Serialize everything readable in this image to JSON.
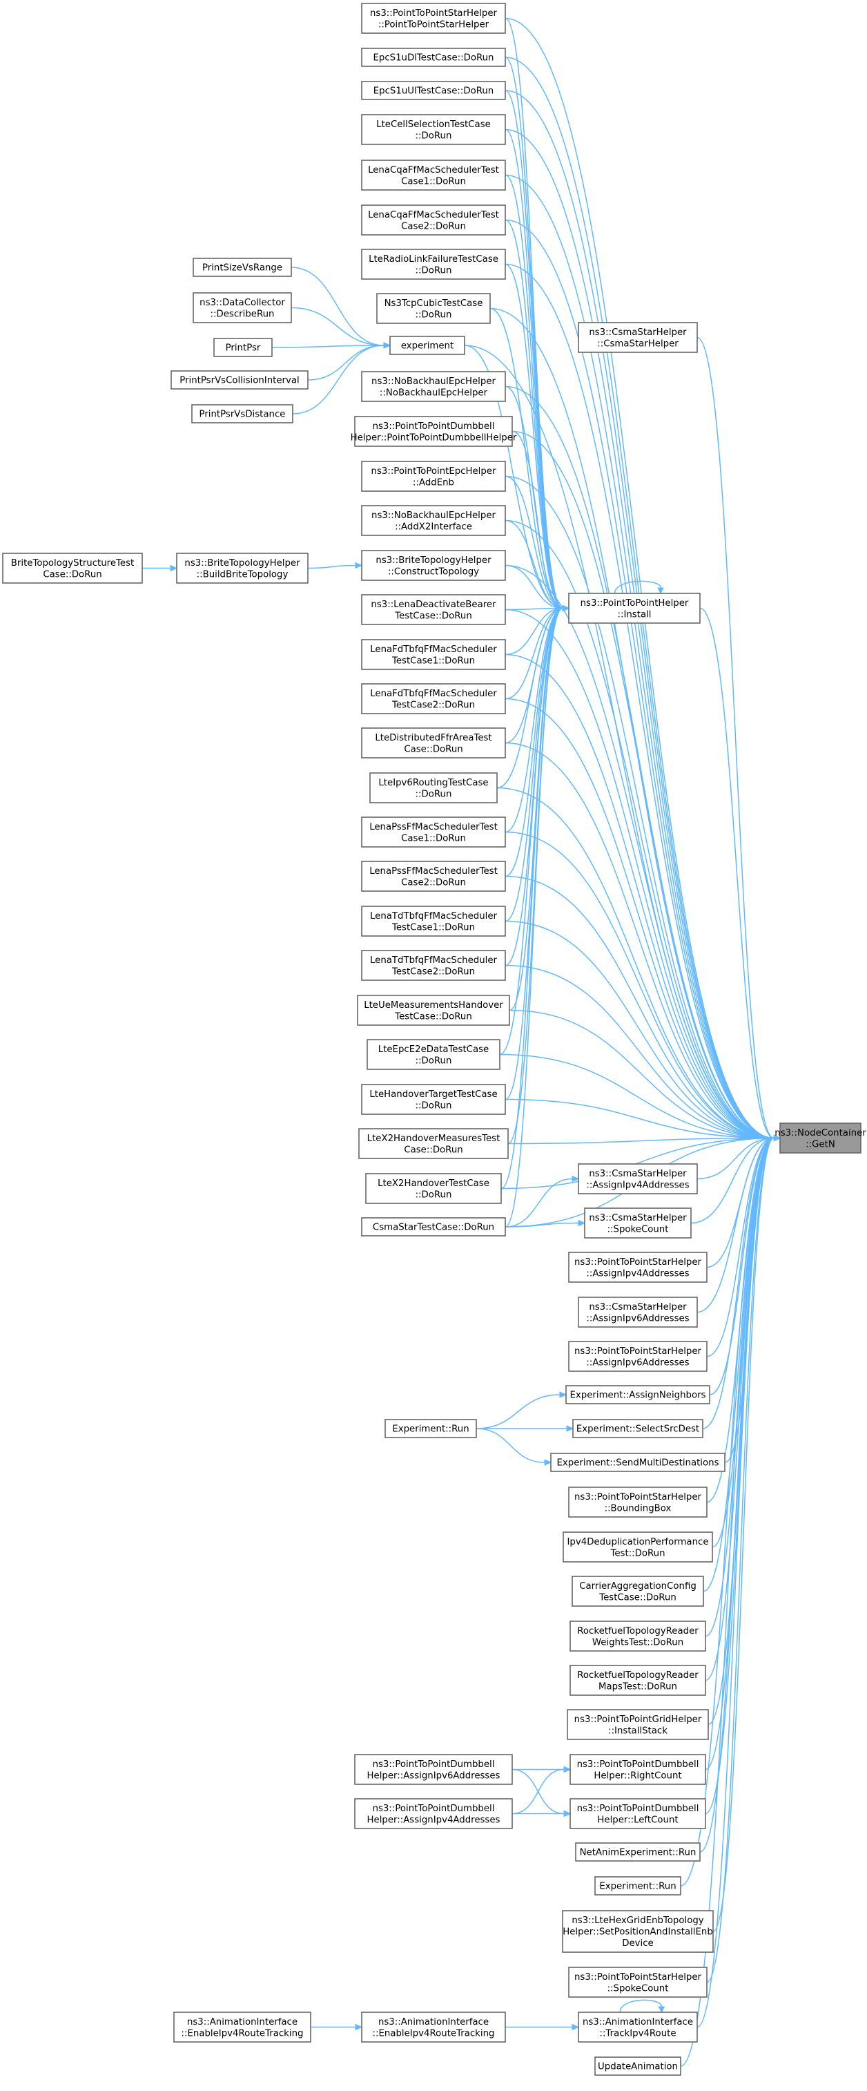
{
  "colors": {
    "edge": "#63b8ff",
    "node_border": "#666666",
    "focus_fill": "#999999"
  },
  "focus": "ns3::NodeContainer::GetN",
  "nodes": {
    "focus": [
      "ns3::NodeContainer",
      "::GetN"
    ],
    "install": [
      "ns3::PointToPointHelper",
      "::Install"
    ],
    "experiment": [
      "experiment"
    ],
    "buildBrite": [
      "ns3::BriteTopologyHelper",
      "::BuildBriteTopology"
    ],
    "briteStruct": [
      "BriteTopologyStructureTest",
      "Case::DoRun"
    ],
    "psvr": [
      "PrintSizeVsRange"
    ],
    "dcDescribe": [
      "ns3::DataCollector",
      "::DescribeRun"
    ],
    "psr": [
      "PrintPsr"
    ],
    "psrColl": [
      "PrintPsrVsCollisionInterval"
    ],
    "psrDist": [
      "PrintPsrVsDistance"
    ],
    "p2pStarCtor": [
      "ns3::PointToPointStarHelper",
      "::PointToPointStarHelper"
    ],
    "epcDl": [
      "EpcS1uDlTestCase::DoRun"
    ],
    "epcUl": [
      "EpcS1uUlTestCase::DoRun"
    ],
    "cellSel": [
      "LteCellSelectionTestCase",
      "::DoRun"
    ],
    "cqa1": [
      "LenaCqaFfMacSchedulerTest",
      "Case1::DoRun"
    ],
    "cqa2": [
      "LenaCqaFfMacSchedulerTest",
      "Case2::DoRun"
    ],
    "rlf": [
      "LteRadioLinkFailureTestCase",
      "::DoRun"
    ],
    "tcpCubic": [
      "Ns3TcpCubicTestCase",
      "::DoRun"
    ],
    "noBhCtor": [
      "ns3::NoBackhaulEpcHelper",
      "::NoBackhaulEpcHelper"
    ],
    "dumbbellCtor": [
      "ns3::PointToPointDumbbell",
      "Helper::PointToPointDumbbellHelper"
    ],
    "addEnb": [
      "ns3::PointToPointEpcHelper",
      "::AddEnb"
    ],
    "addX2": [
      "ns3::NoBackhaulEpcHelper",
      "::AddX2Interface"
    ],
    "constructTopo": [
      "ns3::BriteTopologyHelper",
      "::ConstructTopology"
    ],
    "deactBearer": [
      "ns3::LenaDeactivateBearer",
      "TestCase::DoRun"
    ],
    "fdtbfq1": [
      "LenaFdTbfqFfMacScheduler",
      "TestCase1::DoRun"
    ],
    "fdtbfq2": [
      "LenaFdTbfqFfMacScheduler",
      "TestCase2::DoRun"
    ],
    "distFfr": [
      "LteDistributedFfrAreaTest",
      "Case::DoRun"
    ],
    "ipv6Routing": [
      "LteIpv6RoutingTestCase",
      "::DoRun"
    ],
    "pss1": [
      "LenaPssFfMacSchedulerTest",
      "Case1::DoRun"
    ],
    "pss2": [
      "LenaPssFfMacSchedulerTest",
      "Case2::DoRun"
    ],
    "tdtbfq1": [
      "LenaTdTbfqFfMacScheduler",
      "TestCase1::DoRun"
    ],
    "tdtbfq2": [
      "LenaTdTbfqFfMacScheduler",
      "TestCase2::DoRun"
    ],
    "ueMeas": [
      "LteUeMeasurementsHandover",
      "TestCase::DoRun"
    ],
    "epcE2e": [
      "LteEpcE2eDataTestCase",
      "::DoRun"
    ],
    "hoTarget": [
      "LteHandoverTargetTestCase",
      "::DoRun"
    ],
    "x2Measures": [
      "LteX2HandoverMeasuresTest",
      "Case::DoRun"
    ],
    "x2Handover": [
      "LteX2HandoverTestCase",
      "::DoRun"
    ],
    "csmaStarTest": [
      "CsmaStarTestCase::DoRun"
    ],
    "csmaStarCtor": [
      "ns3::CsmaStarHelper",
      "::CsmaStarHelper"
    ],
    "csmaAssign4": [
      "ns3::CsmaStarHelper",
      "::AssignIpv4Addresses"
    ],
    "csmaSpoke": [
      "ns3::CsmaStarHelper",
      "::SpokeCount"
    ],
    "p2pStarAssign4": [
      "ns3::PointToPointStarHelper",
      "::AssignIpv4Addresses"
    ],
    "csmaAssign6": [
      "ns3::CsmaStarHelper",
      "::AssignIpv6Addresses"
    ],
    "p2pStarAssign6": [
      "ns3::PointToPointStarHelper",
      "::AssignIpv6Addresses"
    ],
    "expNeighbors": [
      "Experiment::AssignNeighbors"
    ],
    "expSrcDest": [
      "Experiment::SelectSrcDest"
    ],
    "expMulti": [
      "Experiment::SendMultiDestinations"
    ],
    "expRun": [
      "Experiment::Run"
    ],
    "p2pStarBBox": [
      "ns3::PointToPointStarHelper",
      "::BoundingBox"
    ],
    "ipv4Dedup": [
      "Ipv4DeduplicationPerformance",
      "Test::DoRun"
    ],
    "carrierAgg": [
      "CarrierAggregationConfig",
      "TestCase::DoRun"
    ],
    "rfWeights": [
      "RocketfuelTopologyReader",
      "WeightsTest::DoRun"
    ],
    "rfMaps": [
      "RocketfuelTopologyReader",
      "MapsTest::DoRun"
    ],
    "gridStack": [
      "ns3::PointToPointGridHelper",
      "::InstallStack"
    ],
    "dbRight": [
      "ns3::PointToPointDumbbell",
      "Helper::RightCount"
    ],
    "dbLeft": [
      "ns3::PointToPointDumbbell",
      "Helper::LeftCount"
    ],
    "dbAssign6": [
      "ns3::PointToPointDumbbell",
      "Helper::AssignIpv6Addresses"
    ],
    "dbAssign4": [
      "ns3::PointToPointDumbbell",
      "Helper::AssignIpv4Addresses"
    ],
    "netAnimRun": [
      "NetAnimExperiment::Run"
    ],
    "experimentRun": [
      "Experiment::Run"
    ],
    "hexGrid": [
      "ns3::LteHexGridEnbTopology",
      "Helper::SetPositionAndInstallEnb",
      "Device"
    ],
    "p2pStarSpoke": [
      "ns3::PointToPointStarHelper",
      "::SpokeCount"
    ],
    "trackIpv4": [
      "ns3::AnimationInterface",
      "::TrackIpv4Route"
    ],
    "enableRoute": [
      "ns3::AnimationInterface",
      "::EnableIpv4RouteTracking"
    ],
    "enableRouteOuter": [
      "ns3::AnimationInterface",
      "::EnableIpv4RouteTracking"
    ],
    "updateAnim": [
      "UpdateAnimation"
    ]
  }
}
